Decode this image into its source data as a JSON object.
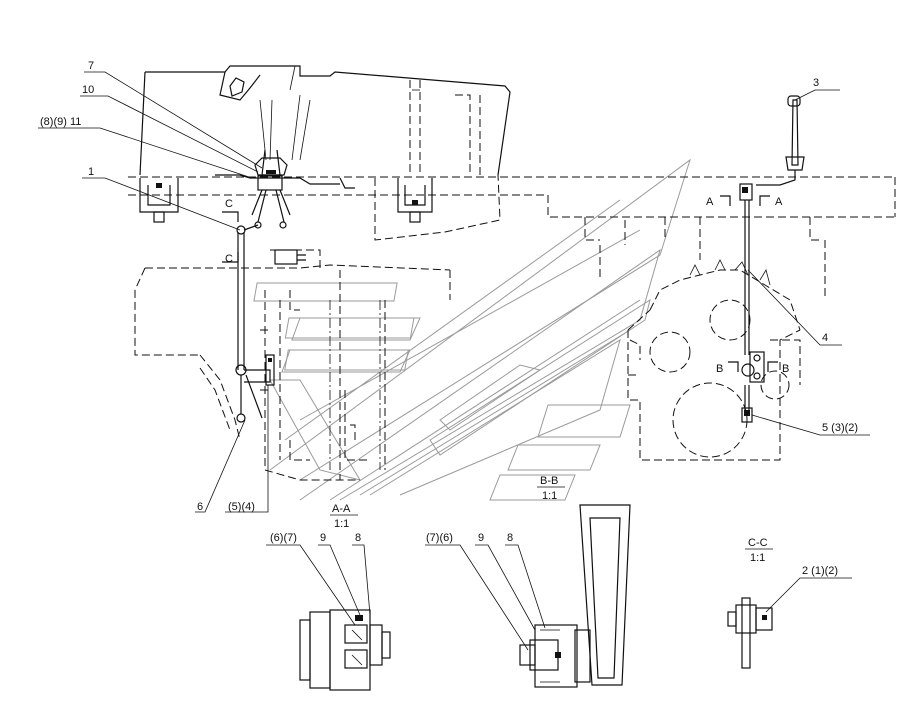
{
  "callouts": {
    "c1": "1",
    "c2": "2 (1)(2)",
    "c3": "3",
    "c4": "4",
    "c5": "5 (3)(2)",
    "c5b": "(5)(4)",
    "c6": "6",
    "c7": "7",
    "c10": "10",
    "c8911": "(8)(9) 11",
    "d1_a": "(6)(7)",
    "d1_b": "9",
    "d1_c": "8",
    "d2_a": "(7)(6)",
    "d2_b": "9",
    "d2_c": "8"
  },
  "section_marks": {
    "c_top": "C",
    "c_bottom": "C",
    "a_left": "A",
    "a_right": "A",
    "b_left": "B",
    "b_right": "B"
  },
  "section_titles": {
    "aa": "A-A",
    "aa_scale": "1:1",
    "bb": "B-B",
    "bb_scale": "1:1",
    "cc": "C-C",
    "cc_scale": "1:1"
  }
}
